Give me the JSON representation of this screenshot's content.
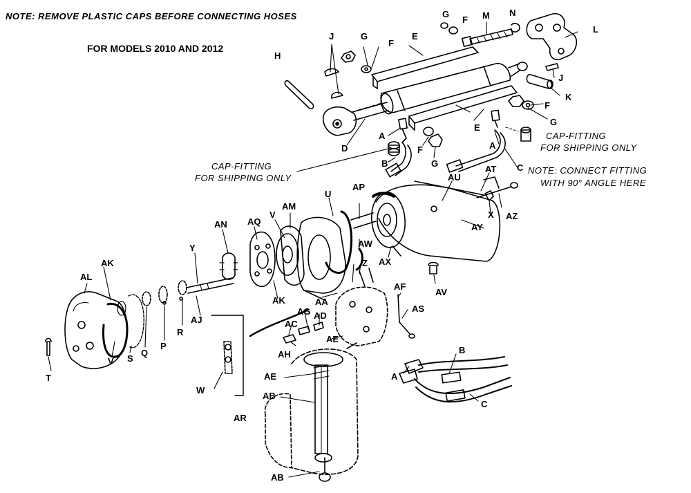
{
  "notes": {
    "top_note": "NOTE: REMOVE PLASTIC CAPS BEFORE CONNECTING HOSES",
    "models": "FOR MODELS 2010 AND 2012",
    "cap_fitting_right_1": "CAP-FITTING",
    "cap_fitting_right_2": "FOR SHIPPING ONLY",
    "cap_fitting_left_1": "CAP-FITTING",
    "cap_fitting_left_2": "FOR SHIPPING ONLY",
    "connect_fitting_1": "NOTE: CONNECT FITTING",
    "connect_fitting_2": "WITH 90° ANGLE HERE"
  },
  "labels": {
    "G1": "G",
    "F1": "F",
    "M": "M",
    "N": "N",
    "L": "L",
    "J1": "J",
    "G2": "G",
    "F2": "F",
    "E1": "E",
    "H": "H",
    "J2": "J",
    "K": "K",
    "F3": "F",
    "G3": "G",
    "D": "D",
    "A1": "A",
    "E2": "E",
    "A2": "A",
    "B1": "B",
    "F4": "F",
    "G4": "G",
    "C1": "C",
    "AT": "AT",
    "AU": "AU",
    "AP": "AP",
    "U": "U",
    "AM": "AM",
    "AQ": "AQ",
    "V1": "V",
    "AN": "AN",
    "X": "X",
    "AZ": "AZ",
    "AY": "AY",
    "AW": "AW",
    "AX": "AX",
    "Z": "Z",
    "Y": "Y",
    "AK1": "AK",
    "AL": "AL",
    "AK2": "AK",
    "AA": "AA",
    "AF": "AF",
    "AV": "AV",
    "AG": "AG",
    "AD": "AD",
    "AS": "AS",
    "AC": "AC",
    "AJ": "AJ",
    "R": "R",
    "P": "P",
    "Q": "Q",
    "S": "S",
    "V2": "V",
    "AE1": "AE",
    "AH": "AH",
    "B2": "B",
    "T": "T",
    "AE2": "AE",
    "W": "W",
    "A3": "A",
    "AB1": "AB",
    "C2": "C",
    "AR": "AR",
    "AB2": "AB"
  }
}
